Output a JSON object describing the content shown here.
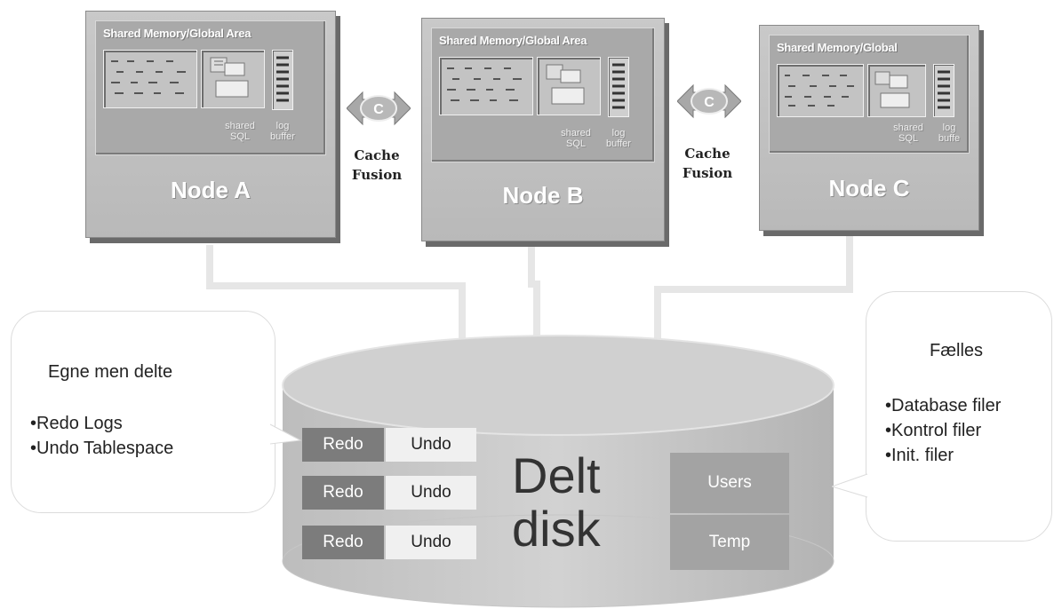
{
  "nodes": [
    {
      "title": "Shared Memory/Global Area",
      "shared_sql": "shared SQL",
      "log_buffer": "log buffer",
      "label": "Node A"
    },
    {
      "title": "Shared Memory/Global Area",
      "shared_sql": "shared SQL",
      "log_buffer": "log buffer",
      "label": "Node B"
    },
    {
      "title": "Shared Memory/Global",
      "shared_sql": "shared SQL",
      "log_buffer": "log buffe",
      "label": "Node C"
    }
  ],
  "interconnect": [
    {
      "symbol": "C",
      "label_line1": "Cache",
      "label_line2": "Fusion"
    },
    {
      "symbol": "C",
      "label_line1": "Cache",
      "label_line2": "Fusion"
    }
  ],
  "left_bubble": {
    "heading": "Egne men delte",
    "items": [
      "•Redo Logs",
      "•Undo Tablespace"
    ]
  },
  "right_bubble": {
    "heading": "Fælles",
    "items": [
      "•Database filer",
      "•Kontrol filer",
      "•Init. filer"
    ]
  },
  "disk": {
    "label_line1": "Delt",
    "label_line2": "disk",
    "rows": [
      {
        "redo": "Redo",
        "undo": "Undo"
      },
      {
        "redo": "Redo",
        "undo": "Undo"
      },
      {
        "redo": "Redo",
        "undo": "Undo"
      }
    ],
    "users": "Users",
    "temp": "Temp"
  },
  "colors": {
    "node_body": "#bfbfbf",
    "disk_body": "#c8c8c8",
    "redo": "#7c7c7c",
    "undo": "#f0f0f0",
    "users_temp": "#a3a3a3"
  }
}
